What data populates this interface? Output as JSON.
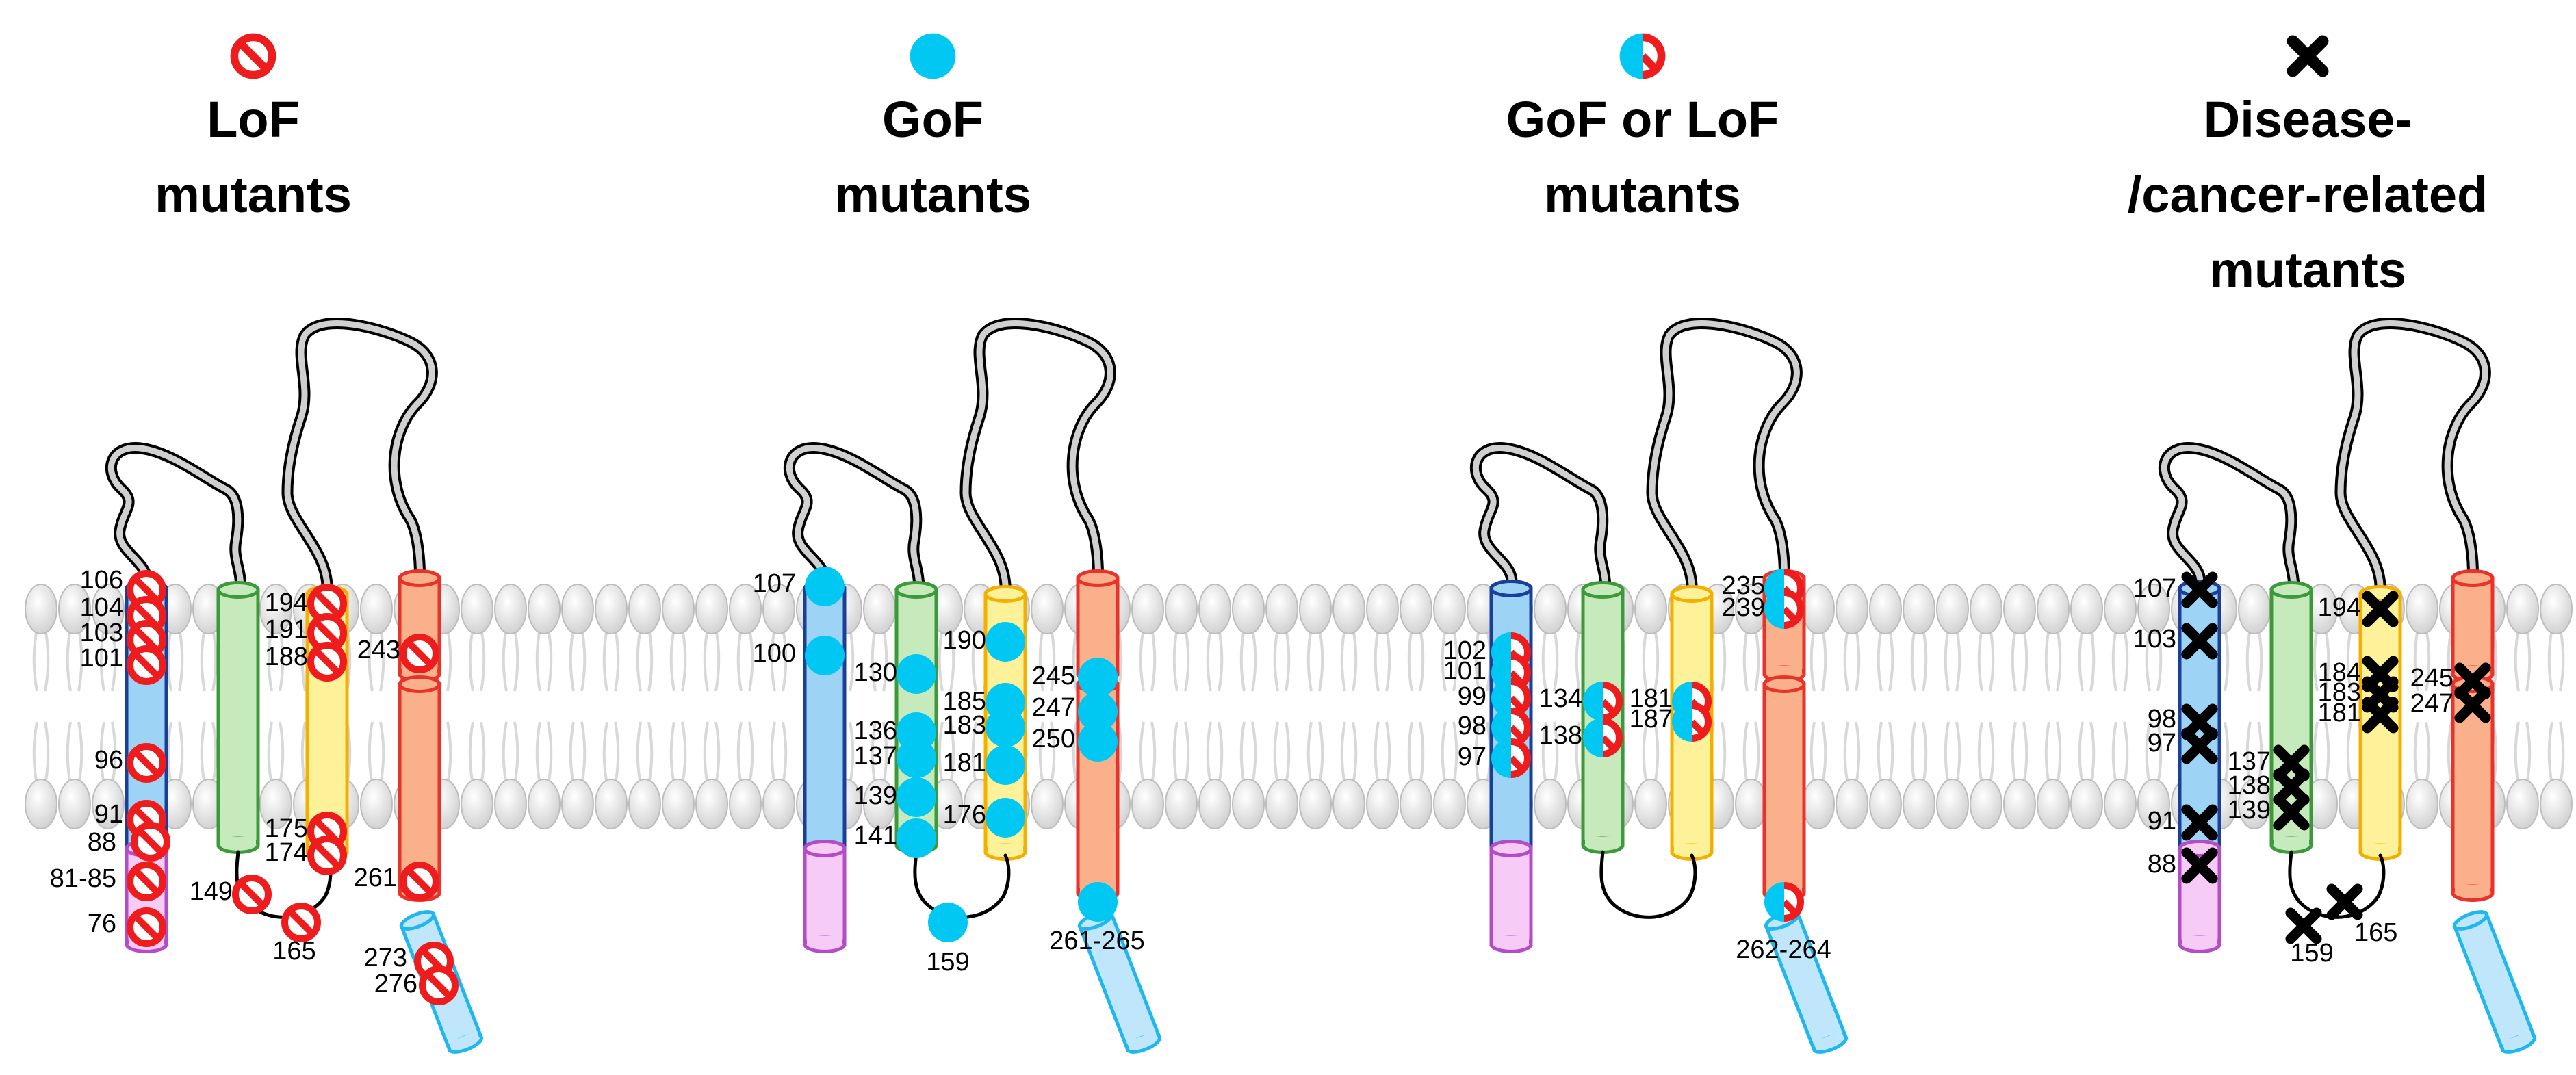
{
  "panels": [
    {
      "id": "lof",
      "symbol": "lof",
      "title_lines": [
        "LoF",
        "mutants"
      ],
      "labels": [
        "106",
        "104",
        "103",
        "101",
        "96",
        "91",
        "88",
        "81-85",
        "76",
        "194",
        "191",
        "188",
        "175",
        "174",
        "149",
        "165",
        "243",
        "261",
        "273",
        "276"
      ]
    },
    {
      "id": "gof",
      "symbol": "gof",
      "title_lines": [
        "GoF",
        "mutants"
      ],
      "labels": [
        "107",
        "100",
        "130",
        "136",
        "137",
        "139",
        "141",
        "190",
        "185",
        "183",
        "181",
        "176",
        "245",
        "247",
        "250",
        "159",
        "261-265"
      ]
    },
    {
      "id": "gof-or-lof",
      "symbol": "both",
      "title_lines": [
        "GoF or LoF",
        "mutants"
      ],
      "labels": [
        "102",
        "101",
        "99",
        "98",
        "97",
        "134",
        "138",
        "181",
        "187",
        "235",
        "239",
        "262-264"
      ]
    },
    {
      "id": "disease",
      "symbol": "disease",
      "title_lines": [
        "Disease-",
        "/cancer-related",
        "mutants"
      ],
      "labels": [
        "107",
        "103",
        "98",
        "97",
        "91",
        "88",
        "137",
        "138",
        "139",
        "194",
        "184",
        "183",
        "181",
        "159",
        "165",
        "245",
        "247"
      ]
    }
  ],
  "colors": {
    "lof": "#ee1c1c",
    "gof": "#00c8f2",
    "disease": "#000000",
    "helix1_fill": "#9dd3f5",
    "helix1_stroke": "#1a3f99",
    "helix2_fill": "#c7eabc",
    "helix2_stroke": "#3c9a3c",
    "helix3_fill": "#fdf29a",
    "helix3_stroke": "#f4b000",
    "helix4_fill": "#f9b08b",
    "helix4_stroke": "#e8322a",
    "cterm_fill": "#bfe6fb",
    "cterm_stroke": "#1fb7ee",
    "nterm_fill": "#f6cbf6",
    "nterm_stroke": "#b44cc8",
    "loop_fill": "#d0d0d0",
    "membrane": "#d8d8d8"
  }
}
